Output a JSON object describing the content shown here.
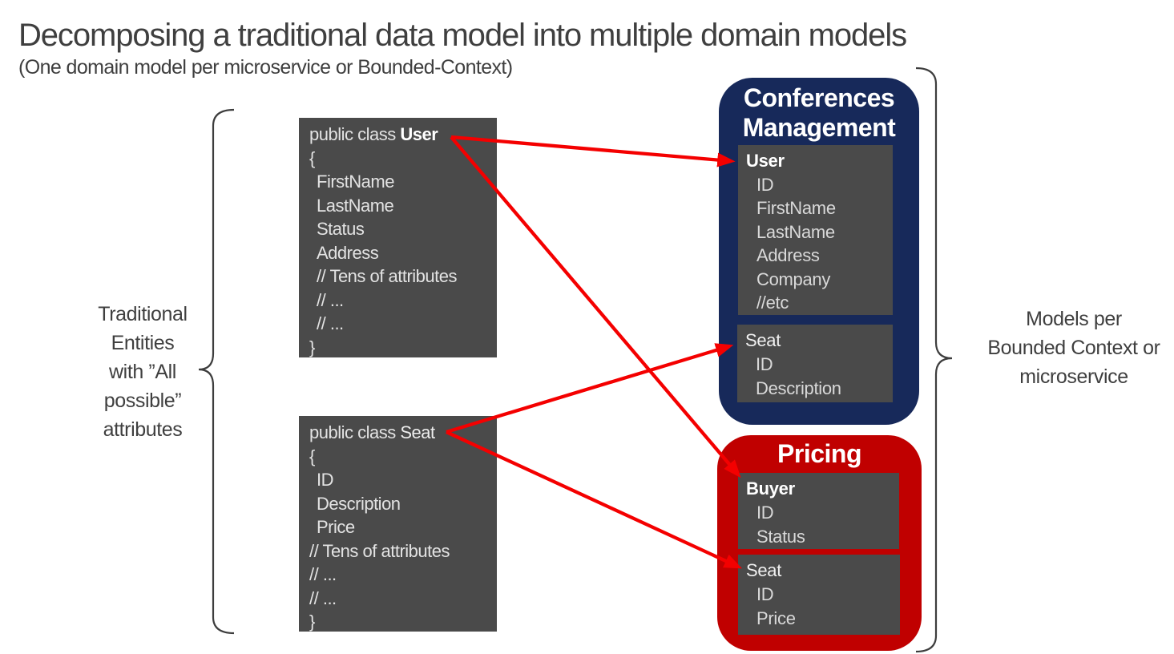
{
  "page": {
    "title": "Decomposing a traditional data model into multiple domain models",
    "subtitle": "(One domain model per microservice or Bounded-Context)"
  },
  "left_note": {
    "lines": [
      "Traditional",
      "Entities",
      "with ”All",
      "possible”",
      "attributes"
    ]
  },
  "right_note": {
    "lines": [
      "Models per",
      "Bounded Context or",
      "microservice"
    ]
  },
  "code_user": {
    "keyword": "public class ",
    "name": "User",
    "open": "{",
    "fields": [
      "FirstName",
      "LastName",
      "Status",
      "Address",
      "// Tens of attributes",
      "// ...",
      "// ..."
    ],
    "close": "}"
  },
  "code_seat": {
    "keyword": "public class ",
    "name": "Seat",
    "open": "{",
    "fields": [
      "ID",
      "Description",
      "Price",
      "// Tens of attributes",
      "// ...",
      "// ..."
    ],
    "close": "}"
  },
  "contexts": {
    "conferences": {
      "title": "Conferences Management",
      "entities": [
        {
          "name": "User",
          "fields": [
            "ID",
            "FirstName",
            "LastName",
            "Address",
            "Company",
            "//etc"
          ]
        },
        {
          "name": "Seat",
          "fields": [
            "ID",
            "Description"
          ]
        }
      ]
    },
    "pricing": {
      "title": "Pricing",
      "entities": [
        {
          "name": "Buyer",
          "fields": [
            "ID",
            "Status"
          ]
        },
        {
          "name": "Seat",
          "fields": [
            "ID",
            "Price"
          ]
        }
      ]
    }
  },
  "relationships": [
    {
      "from": "User class",
      "to": "Conferences Management / User"
    },
    {
      "from": "User class",
      "to": "Pricing / Buyer"
    },
    {
      "from": "Seat class",
      "to": "Conferences Management / Seat"
    },
    {
      "from": "Seat class",
      "to": "Pricing / Seat"
    }
  ],
  "colors": {
    "navy_context": "#17295A",
    "red_context": "#C00000",
    "entity_gray": "#4A4A4A",
    "arrow_red": "#F40000",
    "text_dark": "#3F3F3F"
  }
}
